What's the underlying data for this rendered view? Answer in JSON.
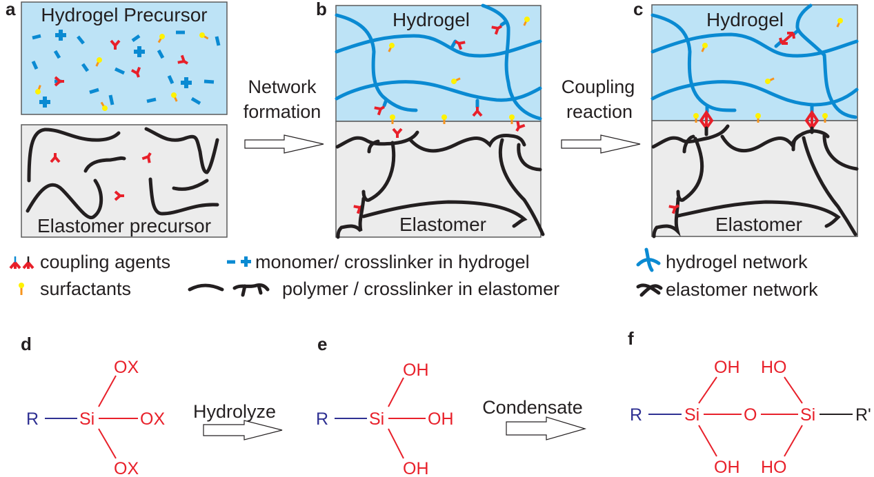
{
  "panels": {
    "a": {
      "letter": "a",
      "top_title": "Hydrogel Precursor",
      "bottom_title": "Elastomer precursor"
    },
    "b": {
      "letter": "b",
      "top_title": "Hydrogel",
      "bottom_title": "Elastomer"
    },
    "c": {
      "letter": "c",
      "top_title": "Hydrogel",
      "bottom_title": "Elastomer"
    },
    "d": {
      "letter": "d"
    },
    "e": {
      "letter": "e"
    },
    "f": {
      "letter": "f"
    }
  },
  "steps": {
    "ab": {
      "line1": "Network",
      "line2": "formation"
    },
    "bc": {
      "line1": "Coupling",
      "line2": "reaction"
    },
    "de": {
      "label": "Hydrolyze"
    },
    "ef": {
      "label": "Condensate"
    }
  },
  "legend": {
    "coupling_agents": "coupling agents",
    "surfactants": "surfactants",
    "monomer": "monomer/ crosslinker in hydrogel",
    "polymer": "polymer / crosslinker in elastomer",
    "hydrogel_network": "hydrogel network",
    "elastomer_network": "elastomer network"
  },
  "chemistry": {
    "d": {
      "r": "R",
      "si": "Si",
      "top": "OX",
      "right": "OX",
      "bottom": "OX"
    },
    "e": {
      "r": "R",
      "si": "Si",
      "top": "OH",
      "right": "OH",
      "bottom": "OH"
    },
    "f": {
      "r": "R",
      "si1": "Si",
      "o": "O",
      "si2": "Si",
      "r2": "R'",
      "top1": "OH",
      "bottom1": "OH",
      "top2": "HO",
      "bottom2": "HO"
    }
  },
  "colors": {
    "hydrogel_fill": "#bde3f6",
    "elastomer_fill": "#ececec",
    "hydrogel_network": "#0a8ad2",
    "coupling_agent": "#e8202a",
    "surfactant_head": "#fff200",
    "surfactant_tail": "#f7941d",
    "silane_r": "#2e3092",
    "text": "#231f20"
  }
}
